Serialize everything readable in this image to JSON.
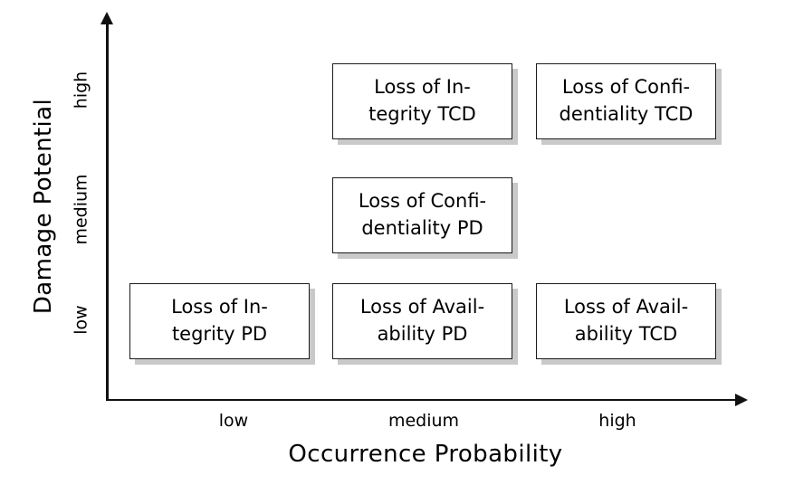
{
  "chart_data": {
    "type": "heatmap",
    "title": "",
    "xlabel": "Occurrence Probability",
    "ylabel": "Damage Potential",
    "categories": [
      "low",
      "medium",
      "high"
    ],
    "y_categories": [
      "low",
      "medium",
      "high"
    ],
    "grid": false,
    "legend": "none",
    "cells": [
      {
        "x": "medium",
        "y": "high",
        "line1": "Loss of In-",
        "line2": "tegrity TCD"
      },
      {
        "x": "high",
        "y": "high",
        "line1": "Loss of Confi-",
        "line2": "dentiality TCD"
      },
      {
        "x": "medium",
        "y": "medium",
        "line1": "Loss of Confi-",
        "line2": "dentiality PD"
      },
      {
        "x": "low",
        "y": "low",
        "line1": "Loss of In-",
        "line2": "tegrity PD"
      },
      {
        "x": "medium",
        "y": "low",
        "line1": "Loss of Avail-",
        "line2": "ability PD"
      },
      {
        "x": "high",
        "y": "low",
        "line1": "Loss of Avail-",
        "line2": "ability TCD"
      }
    ]
  },
  "axes": {
    "y": {
      "title": "Damage Potential",
      "ticks": [
        {
          "label": "high"
        },
        {
          "label": "medium"
        },
        {
          "label": "low"
        }
      ]
    },
    "x": {
      "title": "Occurrence Probability",
      "ticks": [
        {
          "label": "low"
        },
        {
          "label": "medium"
        },
        {
          "label": "high"
        }
      ]
    }
  },
  "colors": {
    "axis": "#111111",
    "cell_border": "#1b1b1b",
    "cell_fill": "#ffffff",
    "cell_shadow": "#c9c9c9",
    "text": "#000000",
    "background": "#ffffff"
  }
}
